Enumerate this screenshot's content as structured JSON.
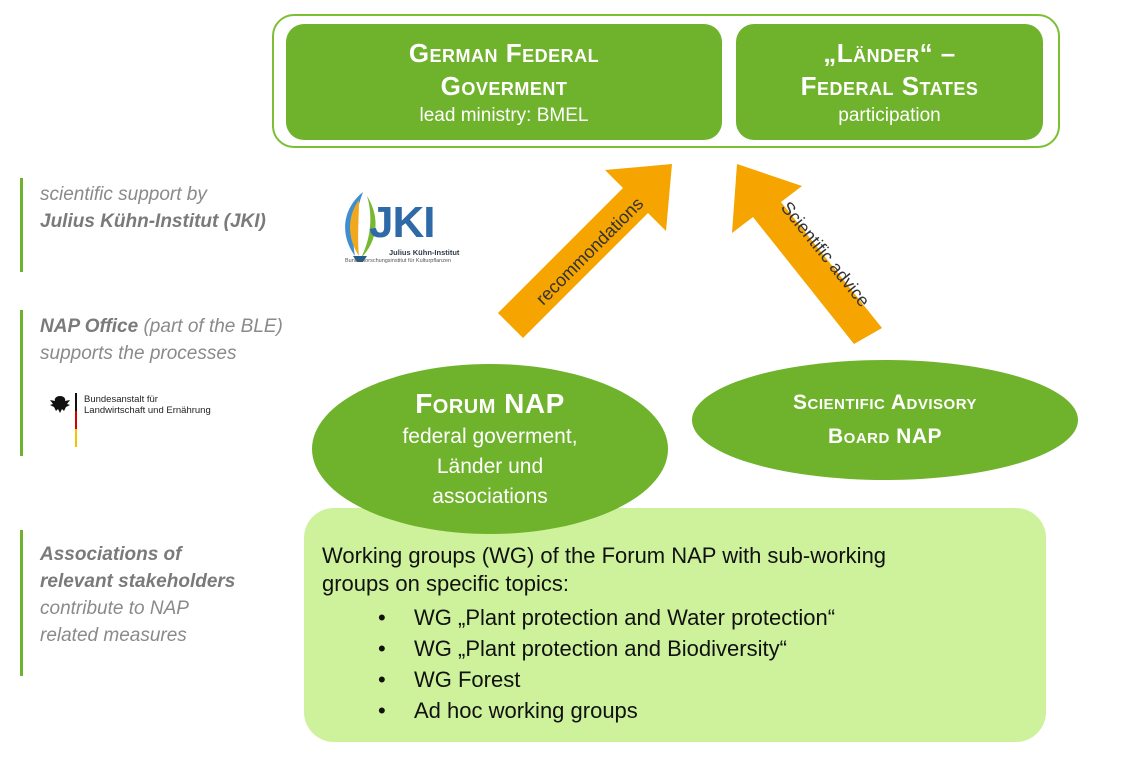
{
  "top": {
    "federal": {
      "title_line1": "German Federal",
      "title_line2": "Goverment",
      "subtitle": "lead ministry: BMEL"
    },
    "laender": {
      "title_line1": "„Länder“ –",
      "title_line2": "Federal States",
      "subtitle": "participation"
    }
  },
  "side": {
    "jki": {
      "line1": "scientific support by",
      "line2": "Julius Kühn-Institut (JKI)"
    },
    "nap_office": {
      "bold": "NAP Office",
      "rest": " (part of the BLE)",
      "line2": "supports the processes"
    },
    "associations": {
      "line1": "Associations of",
      "line2": "relevant stakeholders",
      "line3": "contribute to NAP",
      "line4": "related measures"
    }
  },
  "logos": {
    "jki": {
      "mark": "JKI",
      "name": "Julius Kühn-Institut",
      "tagline": "Bundesforschungsinstitut für Kulturpflanzen"
    },
    "ble": {
      "line1": "Bundesanstalt für",
      "line2": "Landwirtschaft und Ernährung"
    }
  },
  "arrows": {
    "left_label": "recommondations",
    "right_label": "Scientific advice"
  },
  "forum": {
    "title": "Forum NAP",
    "line1": "federal goverment,",
    "line2": "Länder und",
    "line3": "associations"
  },
  "advisory": {
    "title_line1": "Scientific Advisory",
    "title_line2": "Board NAP"
  },
  "working_groups": {
    "intro_line1": "Working groups (WG) of the Forum NAP with sub-working",
    "intro_line2": "groups on specific topics:",
    "items": [
      "WG „Plant protection and Water protection“",
      "WG „Plant protection and Biodiversity“",
      "WG Forest",
      "Ad hoc working groups"
    ]
  },
  "colors": {
    "dark_green": "#6fb22c",
    "light_green": "#cdf29b",
    "arrow_orange": "#f5a400",
    "side_text_grey": "#8a8a8a"
  }
}
